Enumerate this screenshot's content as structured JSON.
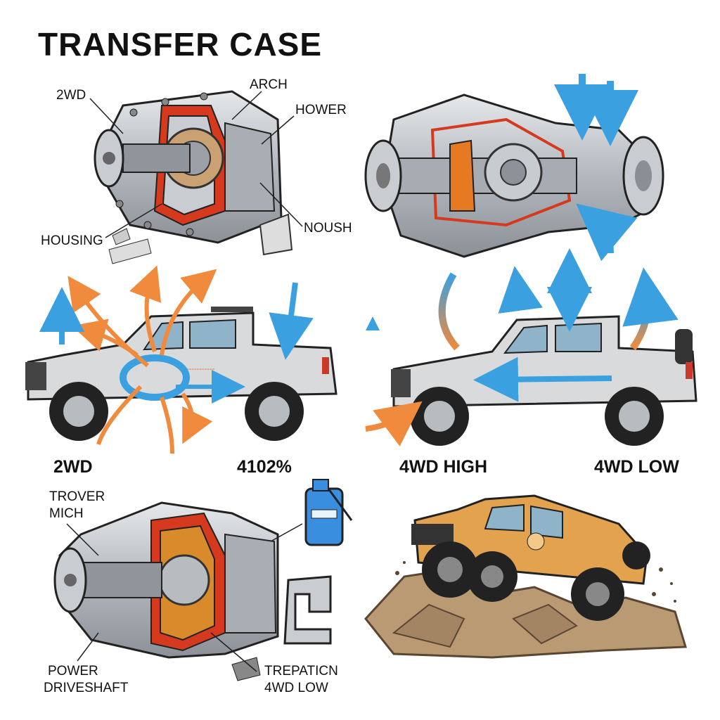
{
  "title": "TRANSFER CASE",
  "panel1_labels": {
    "arch": "ARCH",
    "two_wd": "2WD",
    "hower": "HOWER",
    "housing": "HOUSING",
    "noush": "NOUSH"
  },
  "modes": {
    "two_wd": "2WD",
    "percent": "4102%",
    "four_wd_high": "4WD HIGH",
    "four_wd_low": "4WD LOW"
  },
  "panel5_labels": {
    "trover": "TROVER",
    "mich": "MICH",
    "power": "POWER",
    "driveshaft": "DRIVESHAFT",
    "trepaticn": "TREPATICN",
    "four_wd_low": "4WD LOW"
  },
  "colors": {
    "ink": "#111111",
    "housing_grey": "#b9bec4",
    "cutaway_red": "#d63a1e",
    "gear_orange": "#d98a2b",
    "arrow_blue": "#3aa0e0",
    "arrow_orange": "#f08a3c",
    "truck_silver": "#d8dadc",
    "offroad_truck": "#e2a24e",
    "dirt": "#b99a73",
    "fluid_bottle": "#3a8ee0"
  }
}
